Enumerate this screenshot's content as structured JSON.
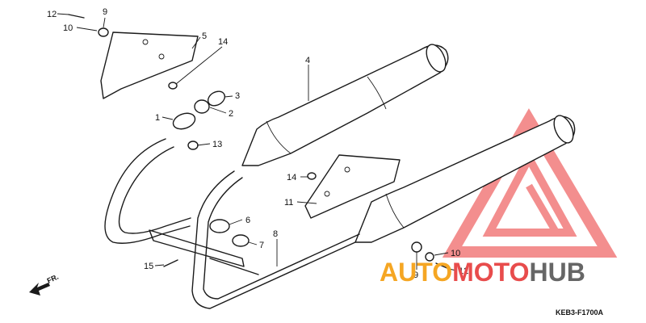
{
  "diagram": {
    "callouts": [
      {
        "id": "c12a",
        "text": "12"
      },
      {
        "id": "c9a",
        "text": "9"
      },
      {
        "id": "c10a",
        "text": "10"
      },
      {
        "id": "c5",
        "text": "5"
      },
      {
        "id": "c14",
        "text": "14"
      },
      {
        "id": "c4",
        "text": "4"
      },
      {
        "id": "c3",
        "text": "3"
      },
      {
        "id": "c1",
        "text": "1"
      },
      {
        "id": "c2",
        "text": "2"
      },
      {
        "id": "c13",
        "text": "13"
      },
      {
        "id": "c14b",
        "text": "14"
      },
      {
        "id": "c11",
        "text": "11"
      },
      {
        "id": "c6",
        "text": "6"
      },
      {
        "id": "c7",
        "text": "7"
      },
      {
        "id": "c8",
        "text": "8"
      },
      {
        "id": "c15",
        "text": "15"
      },
      {
        "id": "c10b",
        "text": "10"
      },
      {
        "id": "c9b",
        "text": "9"
      },
      {
        "id": "c12b",
        "text": "12"
      }
    ],
    "front_indicator": "FR.",
    "diagram_code": "KEB3-F1700A"
  },
  "watermark": {
    "part1": "AUTO",
    "part2": "MOTO",
    "part3": "HUB",
    "color_orange": "#f5a623",
    "color_red": "#e84c4c",
    "color_gray": "#666666"
  }
}
